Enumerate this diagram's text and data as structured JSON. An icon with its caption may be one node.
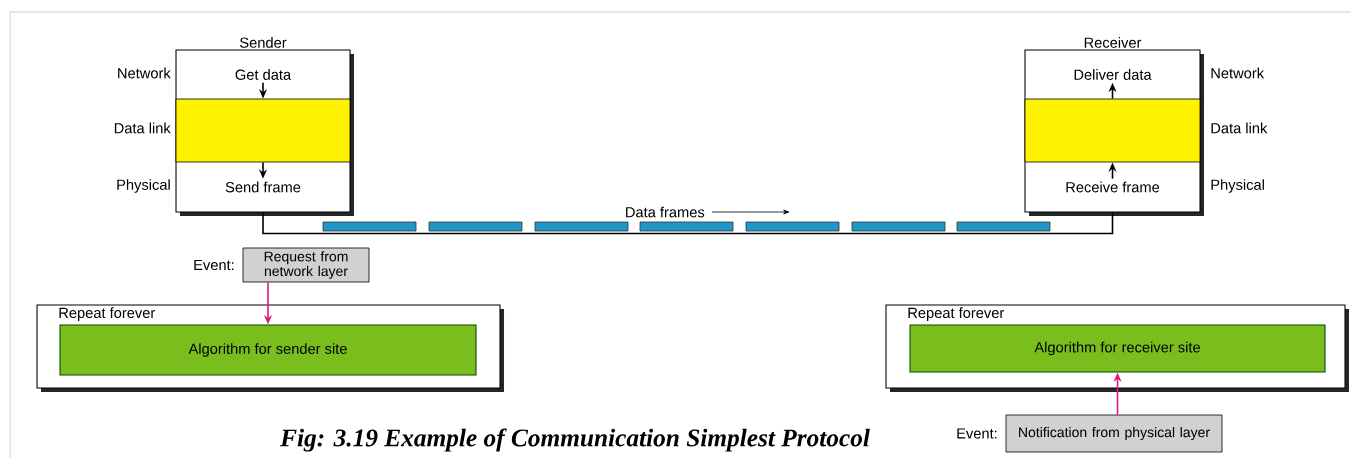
{
  "diagram": {
    "caption": "Fig: 3.19 Example of Communication Simplest Protocol",
    "nodes": [
      {
        "text": [
          "Sender"
        ]
      },
      {
        "text": [
          "Get data"
        ],
        "in": 0
      },
      {
        "text": [],
        "shape": "box",
        "in": 0
      },
      {
        "text": [
          "Send frame"
        ],
        "in": 0
      },
      {
        "text": [
          "Receiver"
        ]
      },
      {
        "text": [
          "Deliver data"
        ],
        "in": 4
      },
      {
        "text": [],
        "shape": "box",
        "in": 4
      },
      {
        "text": [
          "Receive frame"
        ],
        "in": 4
      },
      {
        "text": [
          "Request from network layer"
        ],
        "beside": [
          "Event:"
        ]
      },
      {
        "text": [
          "Repeat forever"
        ]
      },
      {
        "text": [
          "Algorithm for sender site"
        ],
        "in": 9
      },
      {
        "text": [
          "Repeat forever"
        ]
      },
      {
        "text": [
          "Algorithm for receiver site"
        ],
        "in": 11
      },
      {
        "text": [
          "Notification from physical layer"
        ],
        "beside": [
          "Event:"
        ]
      }
    ],
    "edges": [
      {
        "from": 1,
        "to": 2,
        "arrow": "to"
      },
      {
        "from": 2,
        "to": 3,
        "arrow": "to"
      },
      {
        "from": 7,
        "to": 6,
        "arrow": "to"
      },
      {
        "from": 6,
        "to": 5,
        "arrow": "to"
      },
      {
        "from": 0,
        "to": 4,
        "arrow": "none"
      },
      {
        "from": 8,
        "to": 10,
        "arrow": "to",
        "color": "#e0177e"
      },
      {
        "from": 13,
        "to": 12,
        "arrow": "to",
        "color": "#e0177e"
      }
    ],
    "labels": [
      "Network",
      "Network",
      "Data link",
      "Data link",
      "Physical",
      "Physical",
      "Data frames"
    ]
  }
}
